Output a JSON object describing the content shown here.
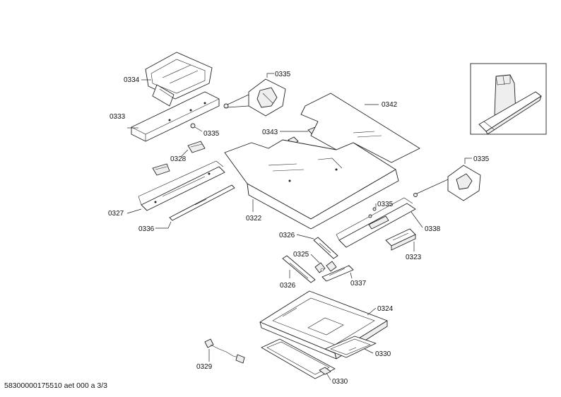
{
  "callouts": {
    "c0334": "0334",
    "c0333": "0333",
    "c0335_top": "0335",
    "c0335_mid": "0335",
    "c0342": "0342",
    "c0343": "0343",
    "c0328": "0328",
    "c0327": "0327",
    "c0336": "0336",
    "c0322": "0322",
    "c0335_right": "0335",
    "c0335_lower": "0335",
    "c0338": "0338",
    "c0326_top": "0326",
    "c0323": "0323",
    "c0325": "0325",
    "c0326_bottom": "0326",
    "c0337": "0337",
    "c0324": "0324",
    "c0329": "0329",
    "c0330_right": "0330",
    "c0330_bottom": "0330"
  },
  "footer": {
    "drawing_id": "58300000175510 aet 000 a 3/3"
  }
}
